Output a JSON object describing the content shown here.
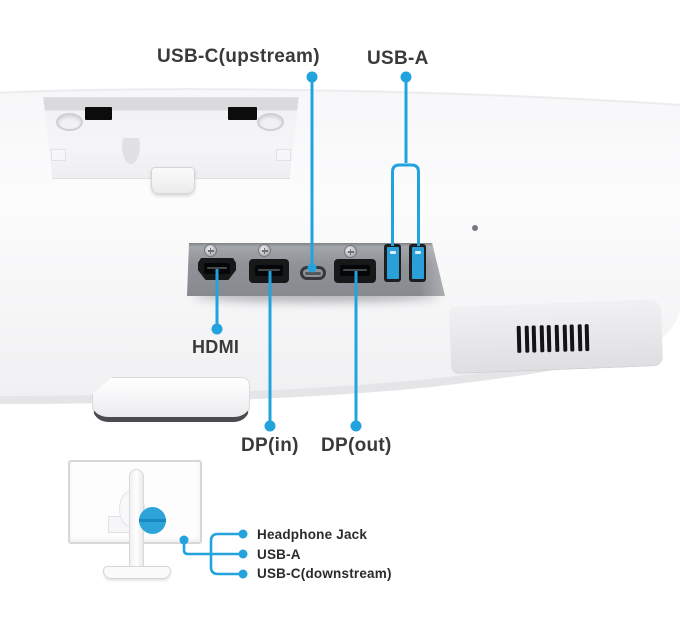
{
  "diagram": {
    "title": "monitor-rear-port-callouts",
    "accent_color": "#22a3de",
    "vent_slat_count": 10
  },
  "callouts": {
    "usb_c_upstream": "USB-C(upstream)",
    "usb_a_rear": "USB-A",
    "hdmi": "HDMI",
    "dp_in": "DP(in)",
    "dp_out": "DP(out)",
    "headphone_jack": "Headphone Jack",
    "usb_a_side": "USB-A",
    "usb_c_downstream": "USB-C(downstream)"
  },
  "ports": {
    "rear_strip": [
      "HDMI",
      "DP(in)",
      "USB-C(upstream)",
      "DP(out)",
      "USB-A",
      "USB-A"
    ],
    "stand_side": [
      "Headphone Jack",
      "USB-A",
      "USB-C(downstream)"
    ]
  },
  "colors": {
    "usb_port_blue": "#2ba0d8",
    "panel_gray": "#8f9297",
    "label_text": "#3a3a3a"
  }
}
